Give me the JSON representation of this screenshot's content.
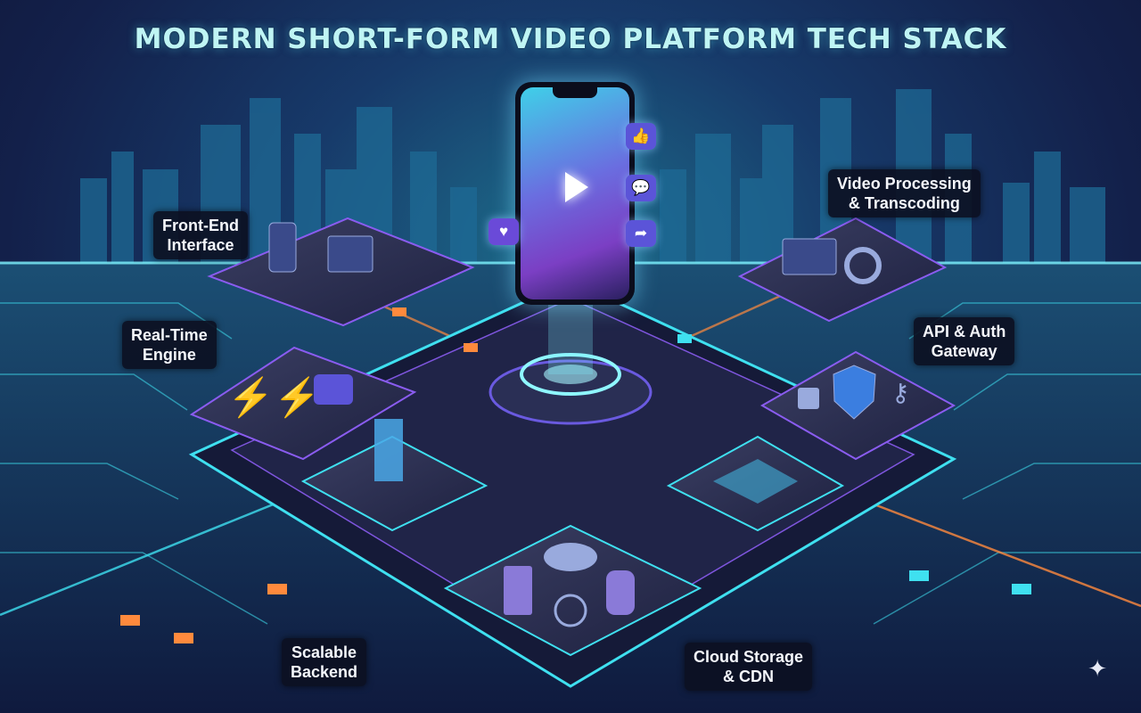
{
  "title": "MODERN SHORT-FORM VIDEO PLATFORM TECH STACK",
  "labels": {
    "front_end": [
      "Front-End",
      "Interface"
    ],
    "video_processing": [
      "Video Processing",
      "& Transcoding"
    ],
    "real_time": [
      "Real-Time",
      "Engine"
    ],
    "api_gateway": [
      "API & Auth",
      "Gateway"
    ],
    "backend": [
      "Scalable",
      "Backend"
    ],
    "cloud": [
      "Cloud Storage",
      "& CDN"
    ]
  },
  "phone": {
    "icons": {
      "like": "👍",
      "comment": "💬",
      "share": "➦",
      "heart": "♥"
    }
  },
  "colors": {
    "accent_cyan": "#3fe0f0",
    "accent_orange": "#ff8a3d",
    "accent_purple": "#7b3fc4"
  },
  "watermark": "✦"
}
